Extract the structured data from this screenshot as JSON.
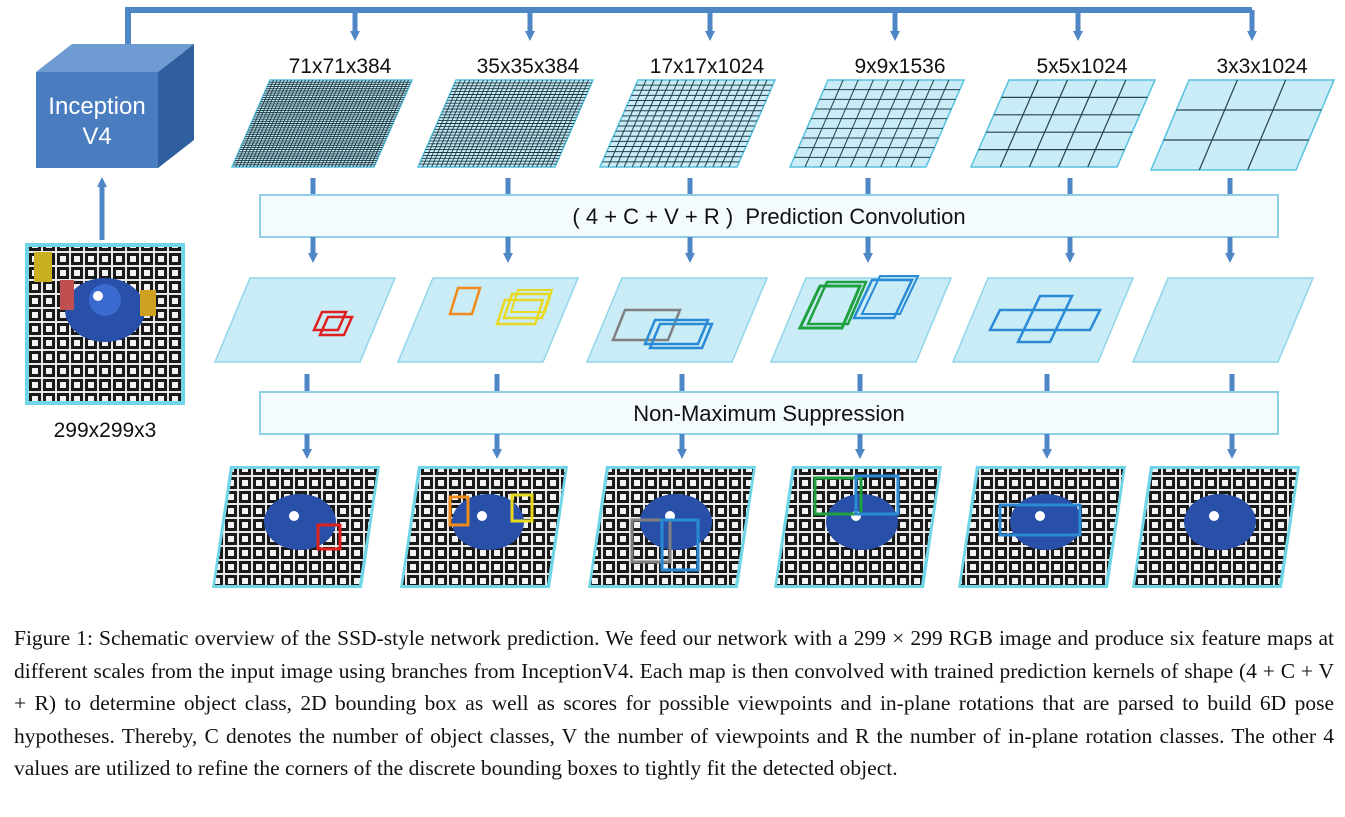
{
  "backbone": {
    "line1": "Inception",
    "line2": "V4"
  },
  "input": {
    "size_label": "299x299x3"
  },
  "feature_maps": [
    {
      "label": "71x71x384",
      "grid": 40
    },
    {
      "label": "35x35x384",
      "grid": 30
    },
    {
      "label": "17x17x1024",
      "grid": 17
    },
    {
      "label": "9x9x1536",
      "grid": 9
    },
    {
      "label": "5x5x1024",
      "grid": 5
    },
    {
      "label": "3x3x1024",
      "grid": 3
    }
  ],
  "prediction_bar": {
    "label": "( 4 + C + V + R )  Prediction Convolution"
  },
  "nms_bar": {
    "label": "Non-Maximum Suppression"
  },
  "colors": {
    "arrow": "#4f86c6",
    "cube_front": "#4a7dbf",
    "cube_top": "#6f9bd3",
    "cube_side": "#2f5f9e",
    "plane_fill": "#c9ecf7",
    "plane_stroke": "#56c2e0",
    "bar_fill": "#f4fbfe",
    "bar_stroke": "#8fd0e6",
    "box_red": "#e02020",
    "box_orange": "#f08a1a",
    "box_yellow": "#e8d820",
    "box_gray": "#808080",
    "box_blue": "#2a8ad6",
    "box_green": "#20a040"
  },
  "caption": {
    "label": "Figure 1:",
    "text": "Schematic overview of the SSD-style network prediction. We feed our network with a 299 × 299 RGB image and produce six feature maps at different scales from the input image using branches from InceptionV4. Each map is then convolved with trained prediction kernels of shape (4 + C + V + R) to determine object class, 2D bounding box as well as scores for possible viewpoints and in-plane rotations that are parsed to build 6D pose hypotheses. Thereby, C denotes the number of object classes, V the number of viewpoints and R the number of in-plane rotation classes. The other 4 values are utilized to refine the corners of the discrete bounding boxes to tightly fit the detected object."
  }
}
